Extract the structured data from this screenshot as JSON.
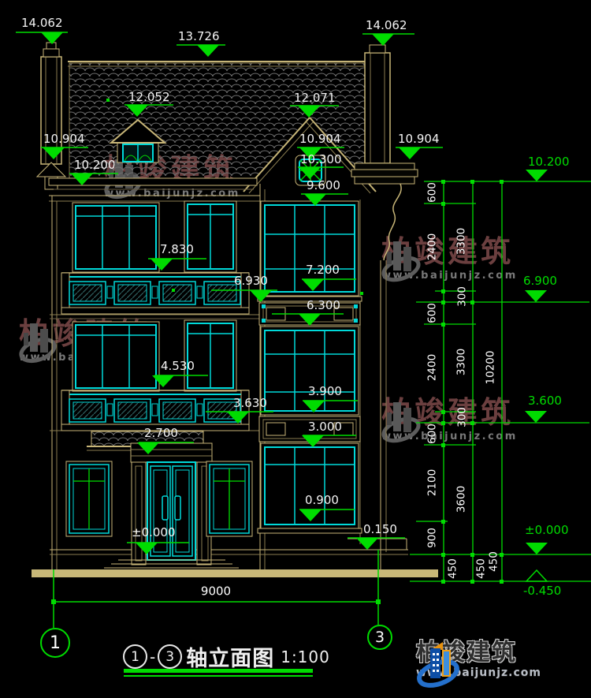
{
  "elev": {
    "v14": "14.062",
    "v137": "13.726",
    "v1205": "12.052",
    "v1207": "12.071",
    "v109": "10.904",
    "v102": "10.200",
    "v103": "10.300",
    "v96": "9.600",
    "v78": "7.830",
    "v72": "7.200",
    "v693": "6.930",
    "v69": "6.900",
    "v63": "6.300",
    "v45": "4.530",
    "v39": "3.900",
    "v363": "3.630",
    "v36": "3.600",
    "v30": "3.000",
    "v27": "2.700",
    "v09": "0.900",
    "v015": "0.150",
    "v0": "±0.000",
    "vm045": "-0.450"
  },
  "dims": {
    "d600": "600",
    "d2400": "2400",
    "d300": "300",
    "d3300": "3300",
    "d10200": "10200",
    "d2100": "2100",
    "d3600": "3600",
    "d900": "900",
    "d450": "450",
    "d9000": "9000"
  },
  "axis": {
    "left": "1",
    "right": "3"
  },
  "title": {
    "axis_from": "1",
    "separator": "-",
    "axis_to": "3",
    "name": "轴立面图",
    "scale": "1:100"
  },
  "watermark": {
    "brand": "柏竣建筑",
    "url": "www.baijunjz.com"
  },
  "logo": {
    "brand": "柏竣建筑",
    "url": "www.baijunjz.com"
  },
  "colors": {
    "annotation_green": "#00dc00",
    "window_cyan": "#00d9d9",
    "line_tan": "#c7b577",
    "background": "#000000"
  }
}
